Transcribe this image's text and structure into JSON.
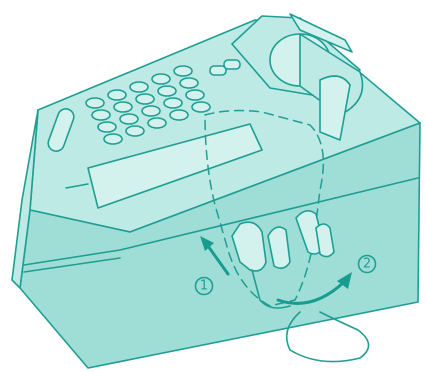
{
  "figure": {
    "description_icon_names": [
      "calculator-body",
      "keypad",
      "paper-roll-holder",
      "hand",
      "cord"
    ],
    "colors": {
      "line": "#1f9e93",
      "fill": "#bdeae5",
      "fill_dark": "#9fded7",
      "fill_light": "#d3f2ee",
      "arrow": "#1a9b90"
    }
  },
  "steps": [
    {
      "label": "1"
    },
    {
      "label": "2"
    }
  ]
}
